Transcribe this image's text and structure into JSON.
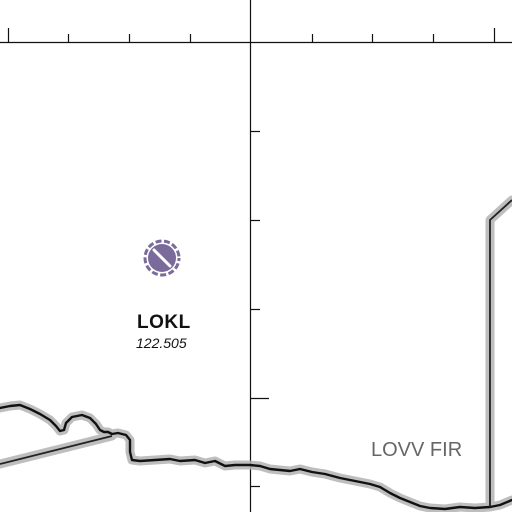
{
  "airport": {
    "ident": "LOKL",
    "frequency": "122.505",
    "symbol_color": "#7a6b9c",
    "symbol": "airfield-icon"
  },
  "airspace": {
    "fir_label": "LOVV FIR",
    "label_color": "#666666"
  },
  "boundary": {
    "line_color": "#111111",
    "halo_color": "#b3b3b3"
  }
}
